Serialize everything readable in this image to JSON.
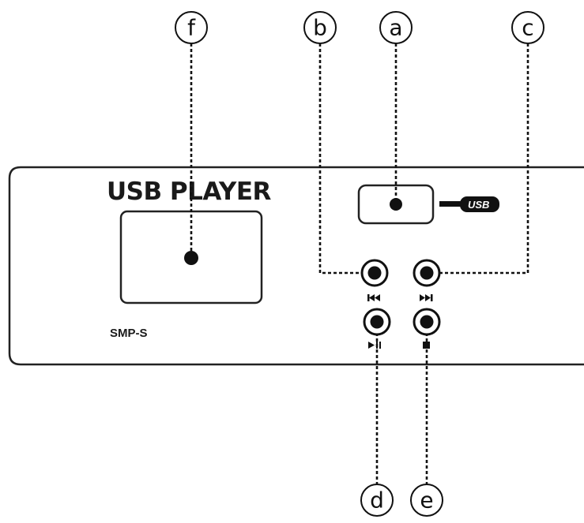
{
  "panel": {
    "brand_title": "USB PLAYER",
    "model": "SMP-S",
    "usb_logo_text": "USB"
  },
  "callouts": [
    {
      "id": "a",
      "letter": "a",
      "target": "USB port"
    },
    {
      "id": "b",
      "letter": "b",
      "target": "previous track button"
    },
    {
      "id": "c",
      "letter": "c",
      "target": "next track button"
    },
    {
      "id": "d",
      "letter": "d",
      "target": "play/pause button"
    },
    {
      "id": "e",
      "letter": "e",
      "target": "stop button"
    },
    {
      "id": "f",
      "letter": "f",
      "target": "display"
    }
  ],
  "icons": {
    "previous": "skip-previous-icon",
    "next": "skip-next-icon",
    "play_pause": "play-pause-icon",
    "stop": "stop-icon"
  }
}
